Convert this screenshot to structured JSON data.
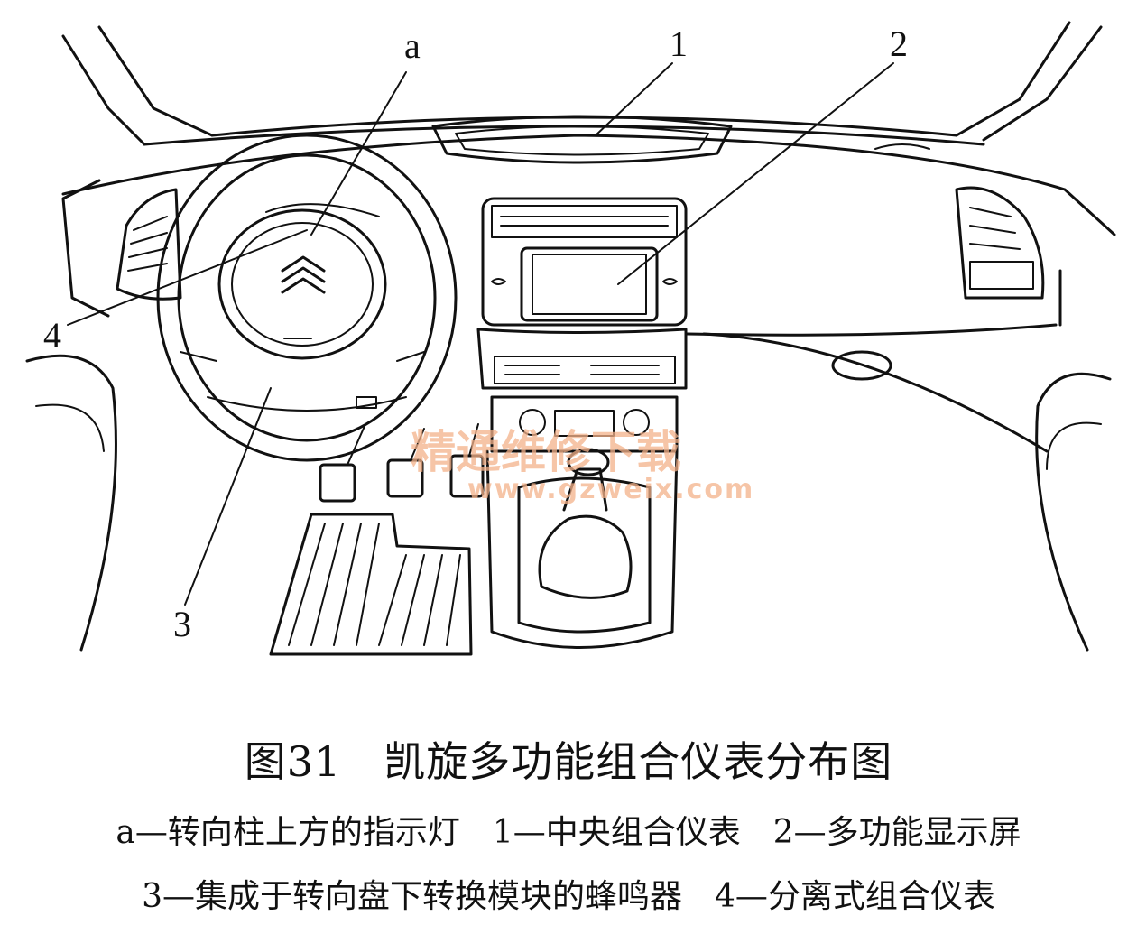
{
  "callouts": {
    "a": "a",
    "c1": "1",
    "c2": "2",
    "c3": "3",
    "c4": "4"
  },
  "watermark": {
    "text": "精通维修下载",
    "url": "www.gzweix.com",
    "color": "#f4b28a"
  },
  "caption": {
    "title": "图31　凯旋多功能组合仪表分布图",
    "legend_line1": "a—转向柱上方的指示灯　1—中央组合仪表　2—多功能显示屏",
    "legend_line2": "3—集成于转向盘下转换模块的蜂鸣器　4—分离式组合仪表"
  }
}
